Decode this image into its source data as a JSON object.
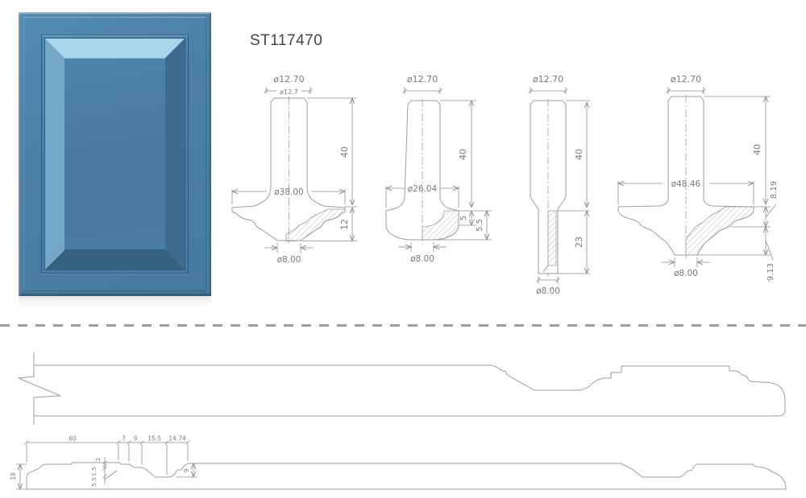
{
  "title": "ST117470",
  "colors": {
    "door_blue": "#4c7fa6",
    "door_highlight": "#a8d7ec",
    "door_shadow": "#35637f",
    "drawing_line": "#9e9e9e",
    "dimension_text": "#7b7b7b",
    "title_text": "#454545"
  },
  "tools": [
    {
      "shank_dia": "ø12.70",
      "shank_dia_2": "ø12.7",
      "overall_len": "40",
      "cutter_dia": "ø38.00",
      "cutter_height": "12",
      "tip_dia": "ø8.00"
    },
    {
      "shank_dia": "ø12.70",
      "overall_len": "40",
      "cutter_dia": "ø26.04",
      "cutter_height": "5",
      "cutter_height_2": "5.5",
      "tip_dia": "ø8.00"
    },
    {
      "shank_dia": "ø12.70",
      "overall_len": "40",
      "cutter_len": "23",
      "tip_dia": "ø8.00"
    },
    {
      "shank_dia": "ø12.70",
      "overall_len": "40",
      "cutter_dia": "ø48.46",
      "cutter_height": "8.19",
      "cutter_height_2": "9.13",
      "tip_dia": "ø8.00"
    }
  ],
  "profile": {
    "len_60": "60",
    "len_7": "7",
    "len_9": "9",
    "len_15_5": "15.5",
    "len_14_74": "14.74",
    "thickness_18": "18",
    "depth_2": "2",
    "depth_1_5": "1.5",
    "depth_5_5": "5.5",
    "depth_9": "9"
  }
}
